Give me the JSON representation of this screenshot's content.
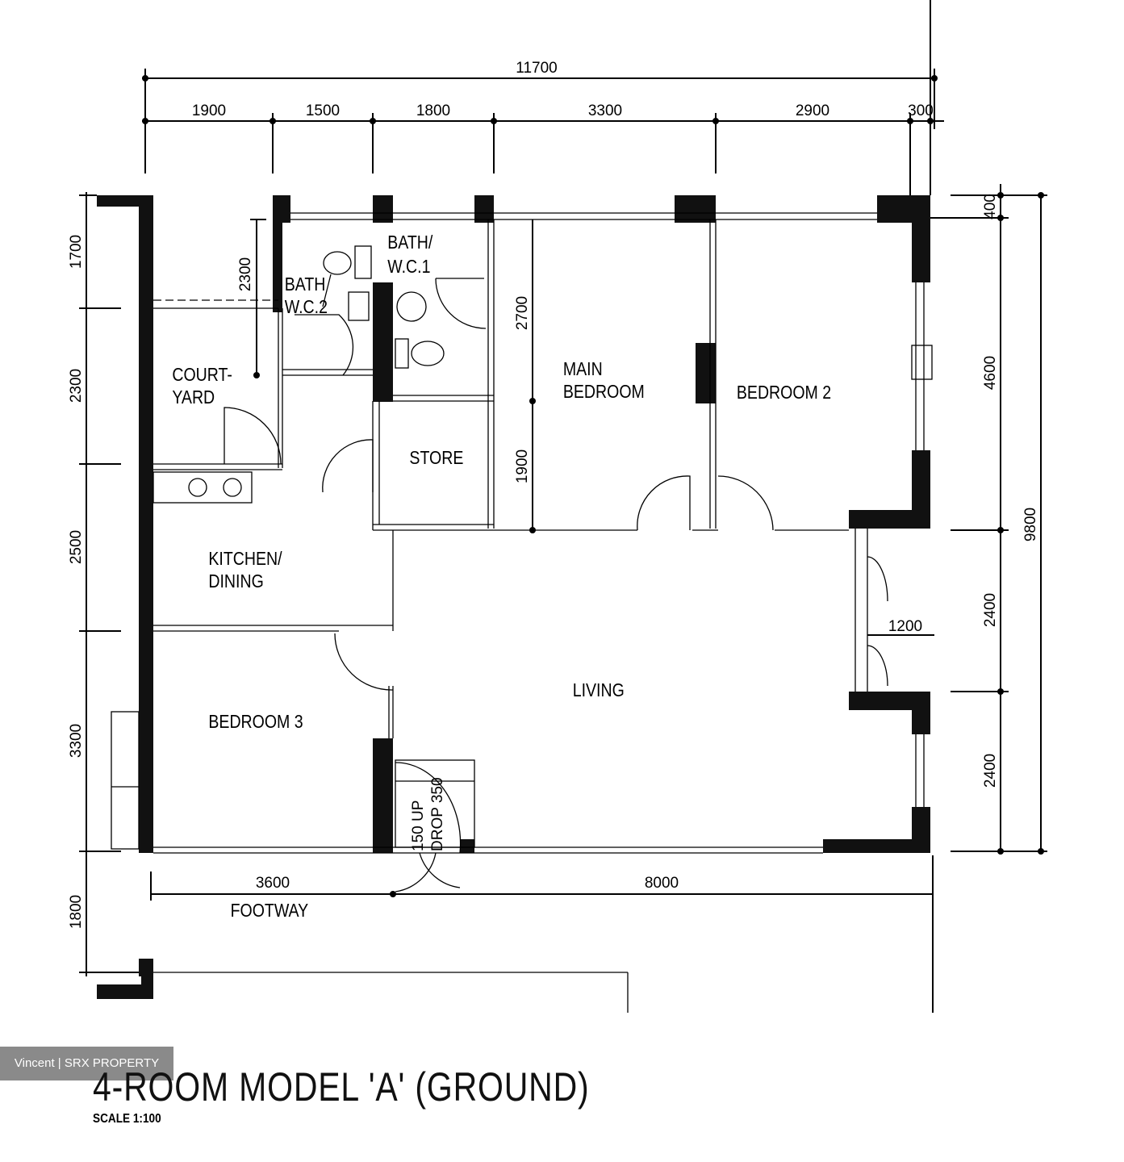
{
  "plan": {
    "title": "4-ROOM MODEL 'A' (GROUND)",
    "scale": "SCALE 1:100",
    "watermark": "Vincent | SRX PROPERTY",
    "rooms": {
      "bath_wc1": [
        "BATH/",
        "W.C.1"
      ],
      "bath_wc2": [
        "BATH",
        "W.C.2"
      ],
      "courtyard": [
        "COURT-",
        "YARD"
      ],
      "store": "STORE",
      "main_bedroom": [
        "MAIN",
        "BEDROOM"
      ],
      "bedroom2": "BEDROOM 2",
      "kitchen": [
        "KITCHEN/",
        "DINING"
      ],
      "living": "LIVING",
      "bedroom3": "BEDROOM 3",
      "footway": "FOOTWAY"
    },
    "stair": {
      "up": "150 UP",
      "drop": "DROP 350"
    },
    "dimensions": {
      "overall_width": "11700",
      "top": [
        "1900",
        "1500",
        "1800",
        "3300",
        "2900",
        "300"
      ],
      "left": [
        "1700",
        "2300",
        "2500",
        "3300",
        "1800"
      ],
      "right": [
        "400",
        "4600",
        "2400",
        "2400"
      ],
      "overall_depth": "9800",
      "bottom": [
        "3600",
        "8000"
      ],
      "courtyard_depth": "2300",
      "main_bedroom": [
        "2700",
        "1900"
      ],
      "bay_window": "1200"
    }
  }
}
